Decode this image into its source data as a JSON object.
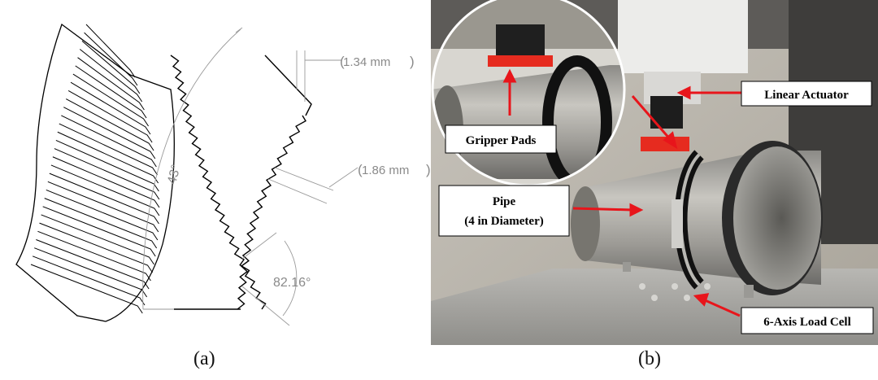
{
  "panel_a": {
    "caption": "(a)",
    "dimensions": {
      "tooth_width": "1.34 mm",
      "tooth_pitch": "1.86 mm",
      "arc_angle": "43°",
      "tooth_angle": "82.16°"
    }
  },
  "panel_b": {
    "caption": "(b)",
    "labels": {
      "gripper_pads": "Gripper Pads",
      "linear_actuator": "Linear Actuator",
      "pipe_line1": "Pipe",
      "pipe_line2": "(4 in Diameter)",
      "load_cell": "6-Axis Load Cell"
    },
    "colors": {
      "arrow": "#e8151b",
      "label_bg": "#ffffff"
    }
  }
}
